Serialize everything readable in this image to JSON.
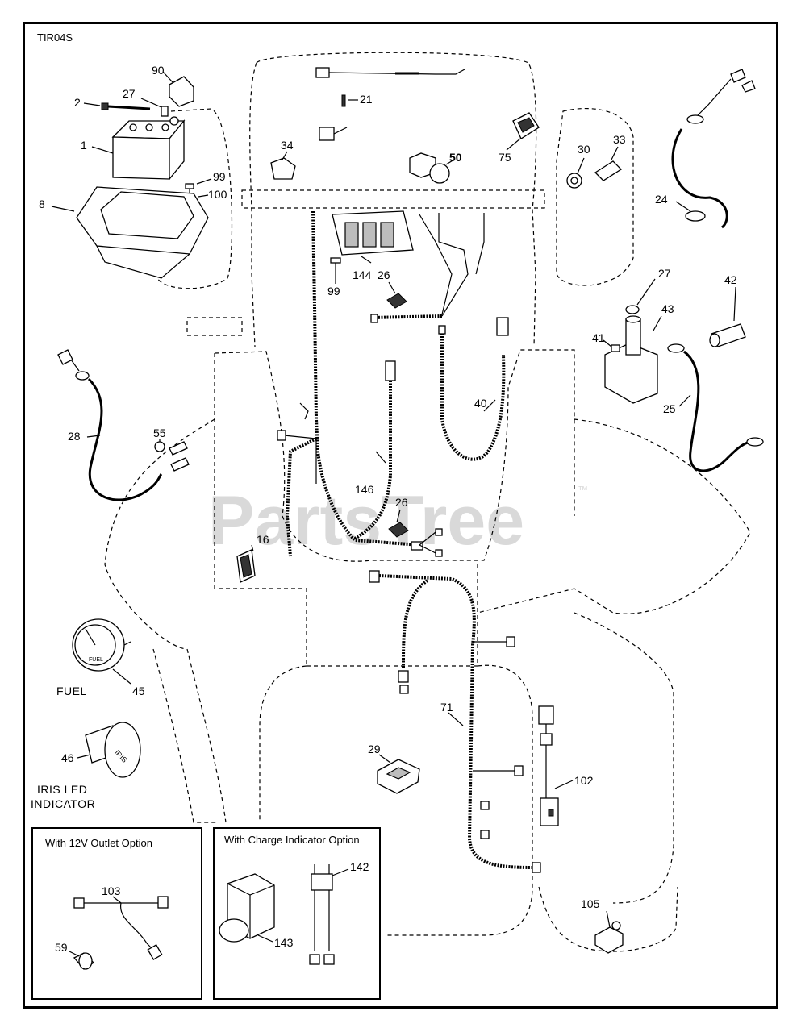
{
  "diagram": {
    "code": "TIR04S",
    "watermark": "PartsTree",
    "watermark_tm": "™",
    "callouts": {
      "p90": "90",
      "p2": "2",
      "p27a": "27",
      "p1": "1",
      "p99a": "99",
      "p100": "100",
      "p8": "8",
      "p21": "21",
      "p34": "34",
      "p50": "50",
      "p75": "75",
      "p30": "30",
      "p33": "33",
      "p24": "24",
      "p144": "144",
      "p99b": "99",
      "p26a": "26",
      "p27b": "27",
      "p42": "42",
      "p43": "43",
      "p41": "41",
      "p25": "25",
      "p40": "40",
      "p28": "28",
      "p55": "55",
      "p146": "146",
      "p26b": "26",
      "p16": "16",
      "p45": "45",
      "p71": "71",
      "p29": "29",
      "p46": "46",
      "p102": "102",
      "p103": "103",
      "p59": "59",
      "p142": "142",
      "p143": "143",
      "p105": "105"
    },
    "labels": {
      "fuel": "FUEL",
      "iris_line1": "IRIS LED",
      "iris_line2": "INDICATOR",
      "gauge_text": "FUEL",
      "iris_text": "IRIS"
    },
    "boxes": {
      "outlet_title": "With 12V Outlet Option",
      "charge_title": "With Charge Indicator Option"
    }
  }
}
